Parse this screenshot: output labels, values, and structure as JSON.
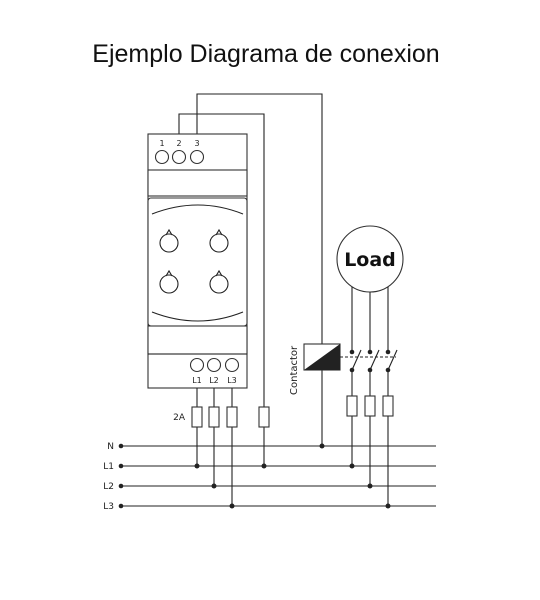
{
  "title": "Ejemplo Diagrama de conexion",
  "relay": {
    "top_terminals": [
      "1",
      "2",
      "3"
    ],
    "bottom_terminals": [
      "L1",
      "L2",
      "L3"
    ]
  },
  "fuse_label": "2A",
  "load_label": "Load",
  "contactor_label": "Contactor",
  "bus_lines": [
    "N",
    "L1",
    "L2",
    "L3"
  ]
}
